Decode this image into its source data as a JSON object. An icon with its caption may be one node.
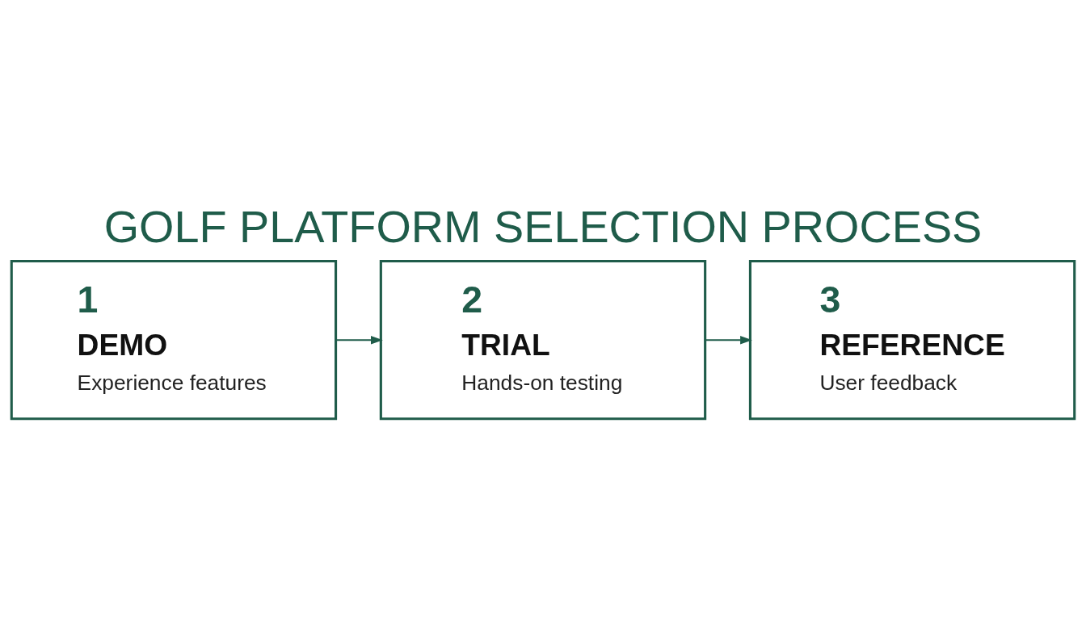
{
  "diagram": {
    "title": "GOLF PLATFORM SELECTION PROCESS",
    "nodes": [
      {
        "text": [
          "1",
          "DEMO",
          "Experience features"
        ]
      },
      {
        "text": [
          "2",
          "TRIAL",
          "Hands-on testing"
        ]
      },
      {
        "text": [
          "3",
          "REFERENCE",
          "User feedback"
        ]
      }
    ],
    "edges": [
      {
        "from": 0,
        "to": 1,
        "arrow": "to"
      },
      {
        "from": 1,
        "to": 2,
        "arrow": "to"
      }
    ]
  }
}
